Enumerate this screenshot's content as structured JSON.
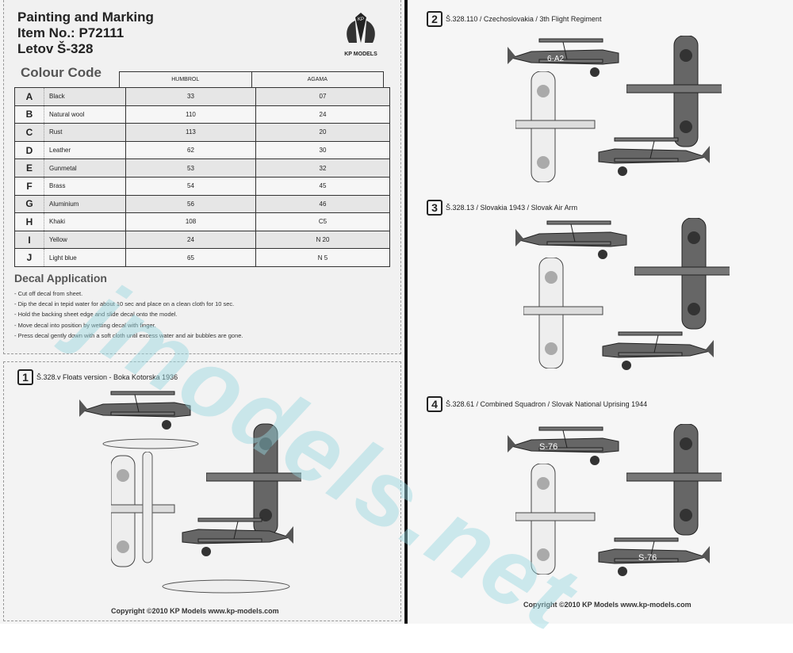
{
  "header": {
    "title": "Painting and Marking",
    "item_no": "Item No.: P72111",
    "model": "Letov Š-328",
    "logo": "KP MODELS"
  },
  "colour_code": {
    "title": "Colour Code",
    "columns": [
      "HUMBROL",
      "AGAMA"
    ],
    "rows": [
      {
        "code": "A",
        "name": "Black",
        "humbrol": "33",
        "agama": "07"
      },
      {
        "code": "B",
        "name": "Natural wool",
        "humbrol": "110",
        "agama": "24"
      },
      {
        "code": "C",
        "name": "Rust",
        "humbrol": "113",
        "agama": "20"
      },
      {
        "code": "D",
        "name": "Leather",
        "humbrol": "62",
        "agama": "30"
      },
      {
        "code": "E",
        "name": "Gunmetal",
        "humbrol": "53",
        "agama": "32"
      },
      {
        "code": "F",
        "name": "Brass",
        "humbrol": "54",
        "agama": "45"
      },
      {
        "code": "G",
        "name": "Aluminium",
        "humbrol": "56",
        "agama": "46"
      },
      {
        "code": "H",
        "name": "Khaki",
        "humbrol": "108",
        "agama": "C5"
      },
      {
        "code": "I",
        "name": "Yellow",
        "humbrol": "24",
        "agama": "N 20"
      },
      {
        "code": "J",
        "name": "Light blue",
        "humbrol": "65",
        "agama": "N 5"
      }
    ]
  },
  "decal": {
    "title": "Decal Application",
    "steps": [
      "- Cut off decal from sheet.",
      "- Dip the decal in tepid water for about 10 sec and place on a clean cloth for 10 sec.",
      "- Hold the backing sheet edge and slide decal onto the model.",
      "- Move decal into position by wetting decal with finger.",
      "- Press decal gently down with a soft cloth until excess water and air bubbles are gone."
    ]
  },
  "sections": [
    {
      "num": "1",
      "title": "Š.328.v Floats version - Boka Kotorska 1936"
    },
    {
      "num": "2",
      "title": "Š.328.110 / Czechoslovakia / 3th Flight Regiment",
      "code": "6-A2"
    },
    {
      "num": "3",
      "title": "Š.328.13 / Slovakia 1943 / Slovak Air Arm"
    },
    {
      "num": "4",
      "title": "Š.328.61 / Combined Squadron / Slovak National Uprising 1944",
      "code": "S-76"
    }
  ],
  "copyright": "Copyright ©2010 KP Models www.kp-models.com",
  "watermark": "jmodels.net"
}
